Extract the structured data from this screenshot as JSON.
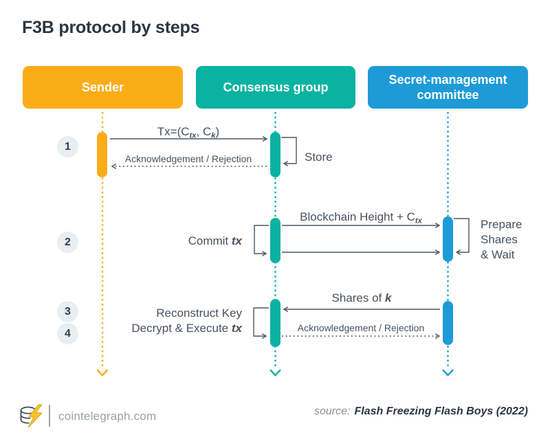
{
  "title": "F3B protocol by steps",
  "actors": [
    {
      "label": "Sender",
      "color": "#FBAD18"
    },
    {
      "label": "Consensus group",
      "color": "#0AB2A2"
    },
    {
      "label": "Secret-management committee",
      "color": "#1D9BD7"
    }
  ],
  "step_numbers": [
    "1",
    "2",
    "3",
    "4"
  ],
  "messages": {
    "tx": {
      "pre": "Tx=(C",
      "sub1": "tx",
      "mid": ", C",
      "sub2": "k",
      "post": ")"
    },
    "ack_1": "Acknowledgement / Rejection",
    "store": "Store",
    "commit": {
      "pre": "Commit ",
      "em": "tx"
    },
    "blockchain_height": {
      "pre": "Blockchain Height + C",
      "sub": "tx"
    },
    "prepare": {
      "line1": "Prepare",
      "line2": "Shares",
      "line3": "& Wait"
    },
    "shares_of_k": {
      "pre": "Shares of ",
      "em": "k"
    },
    "ack_2": "Acknowledgement / Rejection",
    "reconstruct": {
      "line1": "Reconstruct Key",
      "line2_pre": "Decrypt & Execute ",
      "line2_em": "tx"
    }
  },
  "footer": {
    "site": "cointelegraph.com",
    "source_label": "source:",
    "source_work": "Flash Freezing Flash Boys (2022)"
  },
  "colors": {
    "sender": "#FBAD18",
    "consensus": "#0AB2A2",
    "committee": "#1D9BD7",
    "title_text": "#2B3642",
    "label_text": "#47525D",
    "arrow": "#4B5661",
    "step_circle_bg": "#E8EEF1",
    "footer_gray": "#98A1A8"
  }
}
